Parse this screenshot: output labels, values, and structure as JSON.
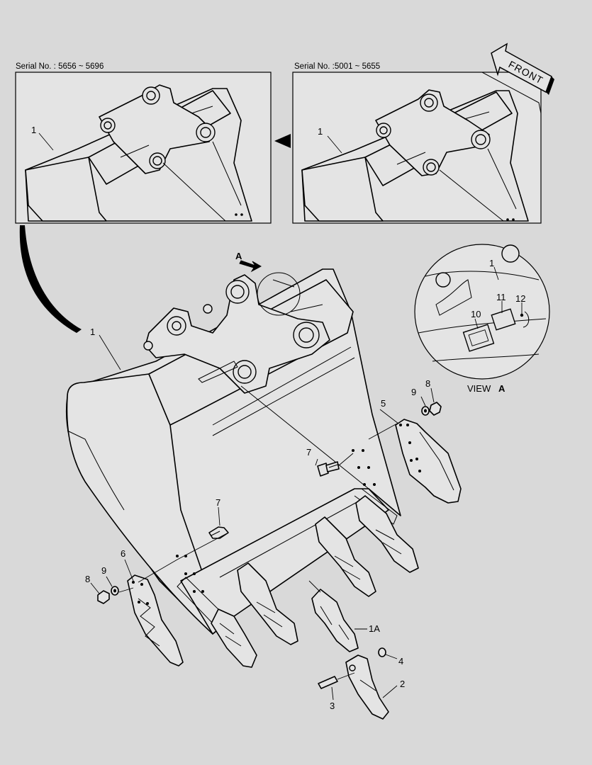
{
  "insets": {
    "left": {
      "header": "Serial No. : 5656 ~ 5696",
      "callout": "1"
    },
    "right": {
      "header": "Serial No. :5001 ~ 5655",
      "callout": "1"
    }
  },
  "front_label": "FRONT",
  "view_detail": {
    "caption": "VIEW",
    "caption_ref": "A",
    "callouts": {
      "c1": "1",
      "c10": "10",
      "c11": "11",
      "c12": "12"
    }
  },
  "view_marker": "A",
  "callouts": {
    "main_bucket": "1",
    "side_cutter_right": "5",
    "side_cutter_left": "6",
    "bolt_right": "7",
    "bolt_left": "7",
    "nut_right": "8",
    "washer_right": "9",
    "nut_left": "8",
    "washer_left": "9",
    "tooth_adapter": "1A",
    "tooth_point": "2",
    "pin": "3",
    "lock": "4"
  }
}
